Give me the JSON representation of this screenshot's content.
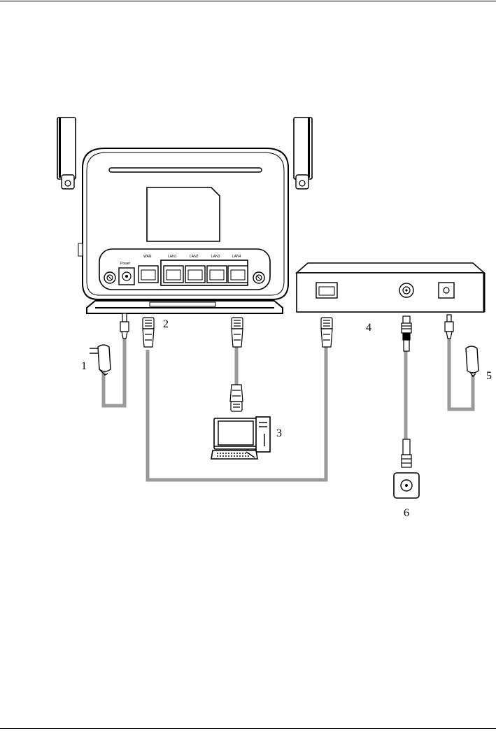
{
  "router": {
    "power_label": "Power",
    "ports": [
      "WAN",
      "LAN1",
      "LAN2",
      "LAN3",
      "LAN4"
    ]
  },
  "callouts": [
    "1",
    "2",
    "3",
    "4",
    "5",
    "6"
  ]
}
